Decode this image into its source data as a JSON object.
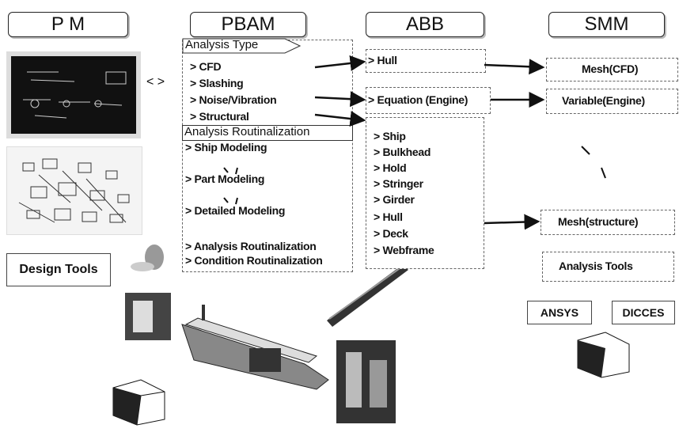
{
  "headers": {
    "pm": "P  M",
    "pbam": "PBAM",
    "abb": "ABB",
    "smm": "SMM"
  },
  "pbam": {
    "analysis_type_title": "Analysis Type",
    "analysis_types": [
      "> CFD",
      "> Slashing",
      "> Noise/Vibration",
      "> Structural"
    ],
    "routinalization_title": "Analysis Routinalization",
    "ship_modeling": "> Ship Modeling",
    "part_modeling": "> Part Modeling",
    "detailed_modeling": "> Detailed Modeling",
    "analysis_routinalization": "> Analysis Routinalization",
    "condition_routinalization": "> Condition Routinalization"
  },
  "abb": {
    "hull": "> Hull",
    "equation": "> Equation (Engine)",
    "items": [
      "> Ship",
      "> Bulkhead",
      "> Hold",
      "> Stringer",
      "> Girder",
      "> Hull",
      "> Deck",
      "> Webframe"
    ]
  },
  "smm": {
    "mesh_cfd": "Mesh(CFD)",
    "variable_engine": "Variable(Engine)",
    "mesh_structure": "Mesh(structure)",
    "analysis_tools": "Analysis Tools",
    "ansys": "ANSYS",
    "dicces": "DICCES"
  },
  "pm": {
    "design_tools": "Design Tools",
    "nav_arrows": "< >"
  }
}
